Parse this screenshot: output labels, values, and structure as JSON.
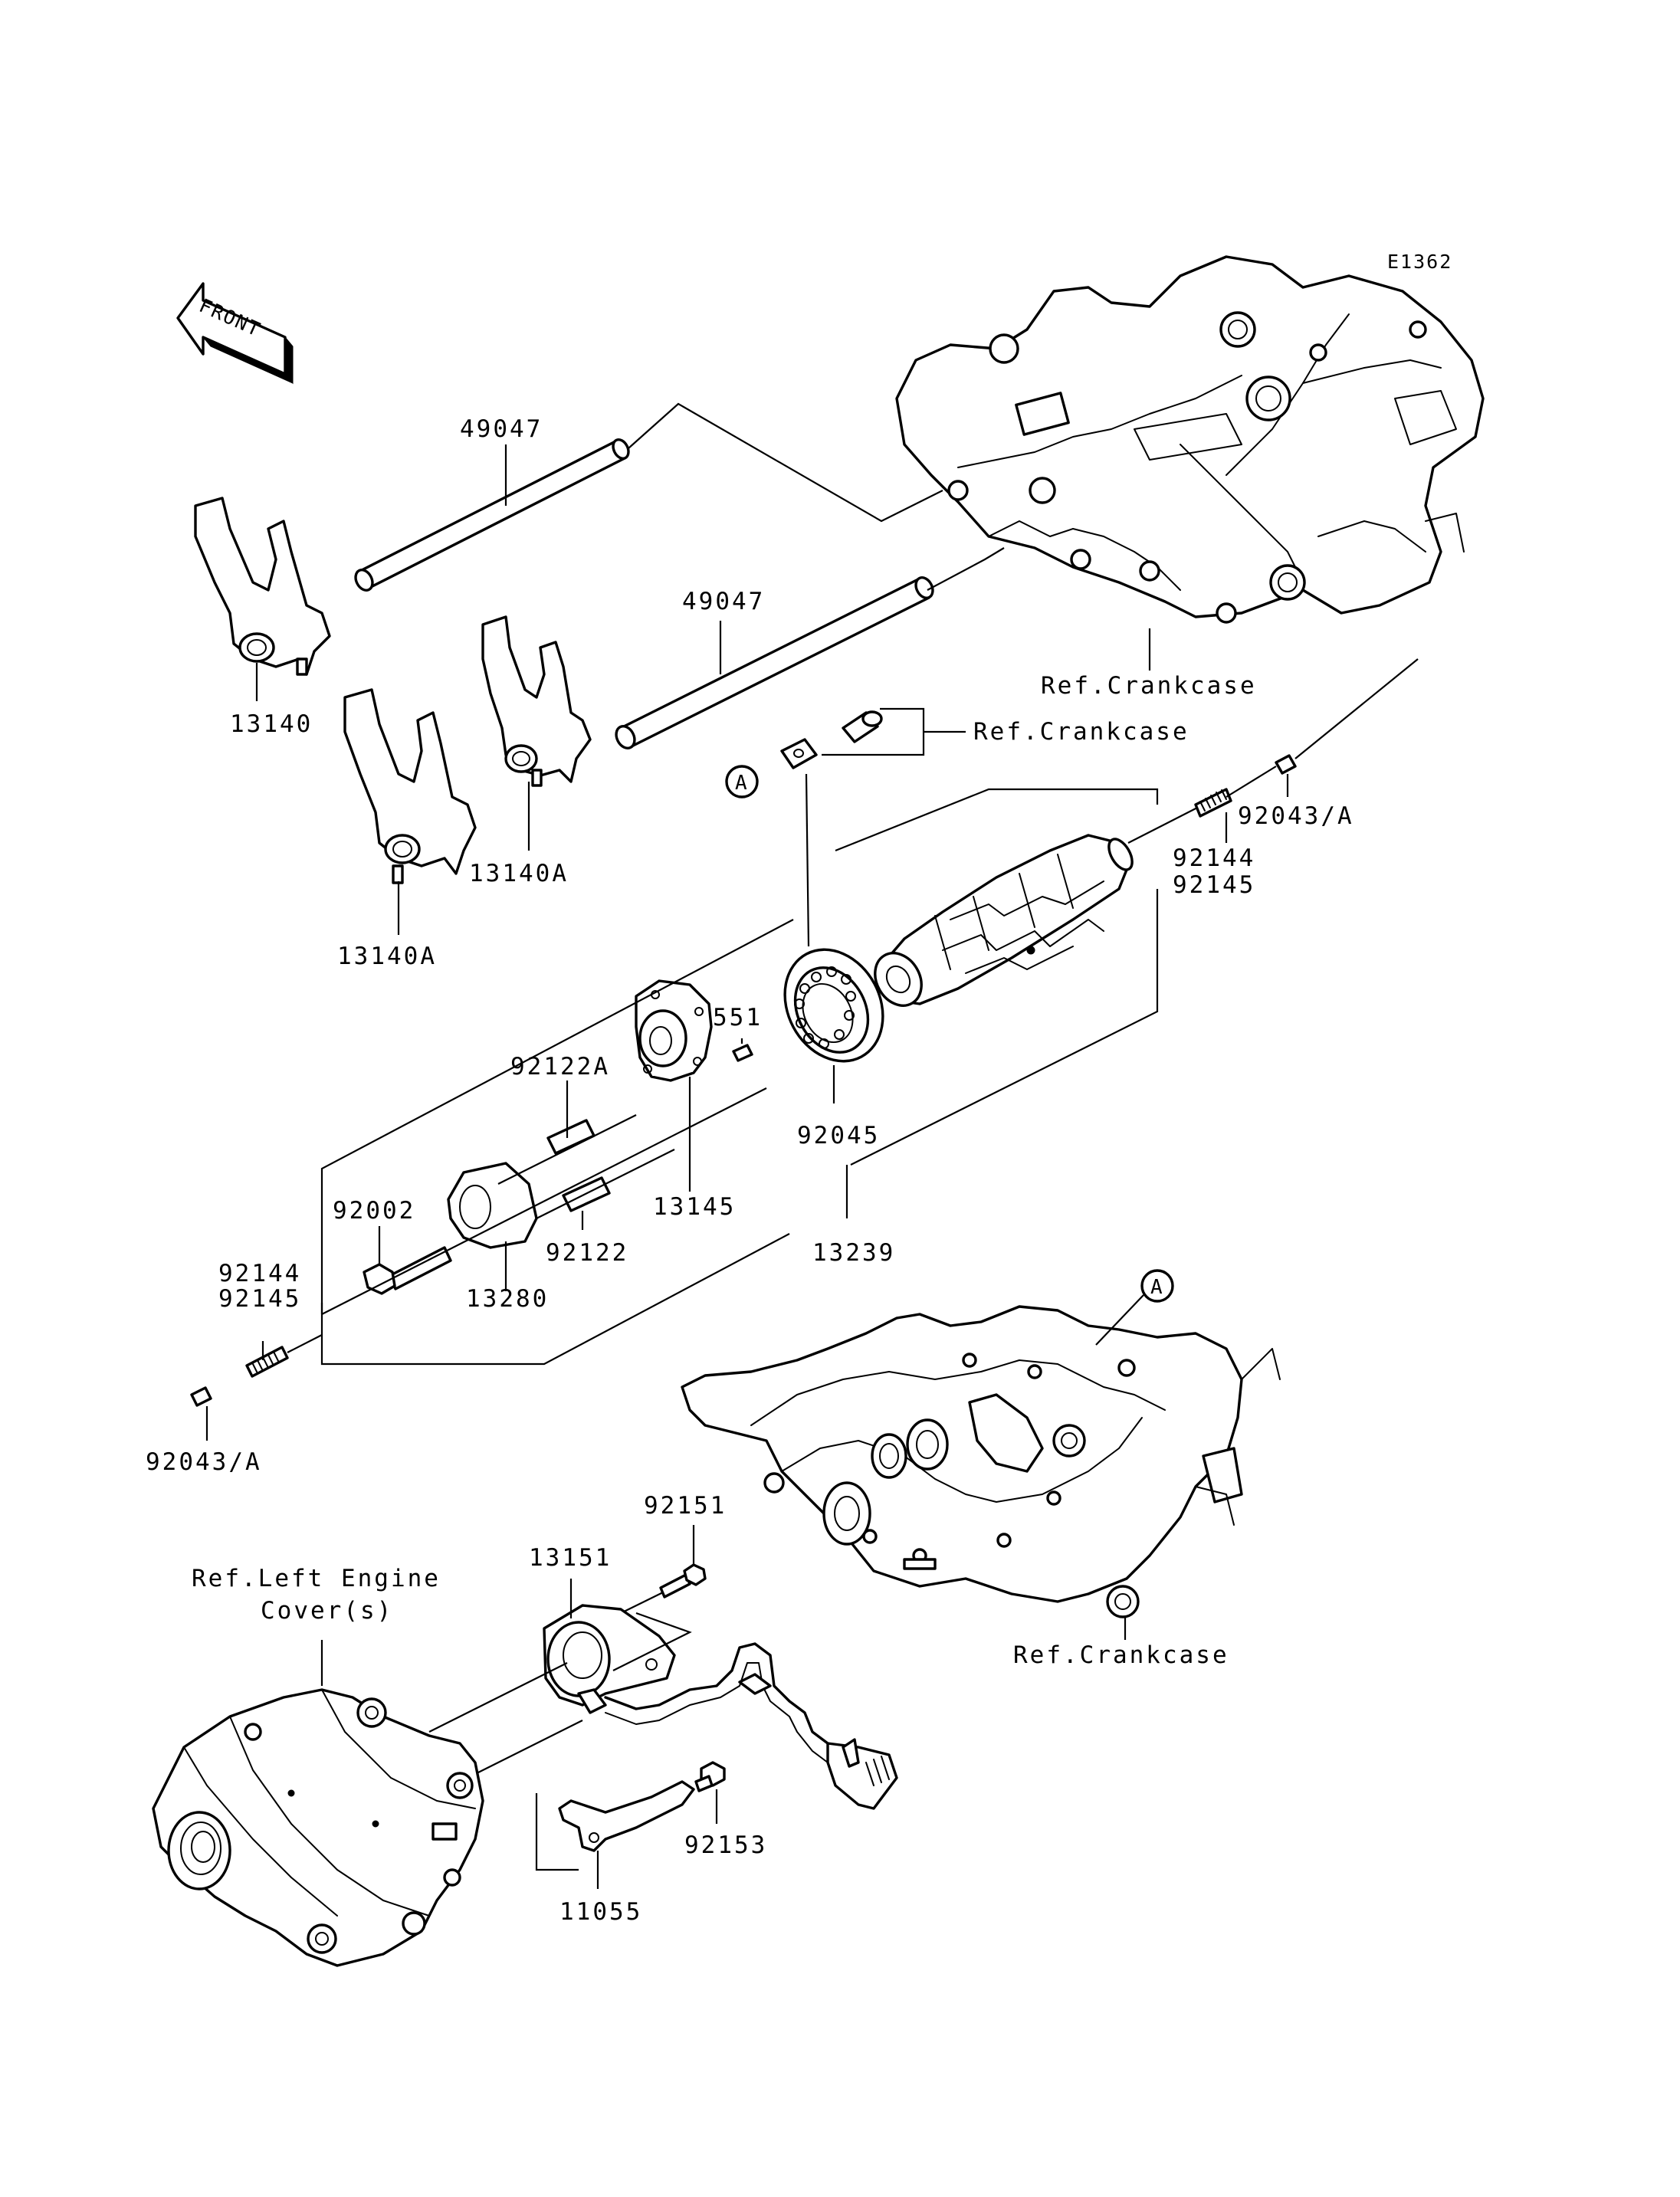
{
  "diagram_id": "E1362",
  "front_label": "FRONT",
  "ref_marker": "A",
  "labels": {
    "shaft_upper": "49047",
    "shaft_lower": "49047",
    "fork_left": "13140",
    "fork_middle": "13140A",
    "fork_right": "13140A",
    "crankcase_top": "Ref.Crankcase",
    "crankcase_bolt": "Ref.Crankcase",
    "spring_right_a": "92144",
    "spring_right_b": "92145",
    "pin_right": "92043/A",
    "pin_551": "551",
    "bearing": "92045",
    "pin_92122a": "92122A",
    "holder_13145": "13145",
    "pin_92122": "92122",
    "drum_13239": "13239",
    "bolt_92002": "92002",
    "cam_13280": "13280",
    "spring_left_a": "92144",
    "spring_left_b": "92145",
    "pin_left": "92043/A",
    "bolt_92151": "92151",
    "sensor_13151": "13151",
    "cover_ref_1": "Ref.Left Engine",
    "cover_ref_2": "Cover(s)",
    "crankcase_bottom": "Ref.Crankcase",
    "bolt_92153": "92153",
    "bracket_11055": "11055"
  }
}
